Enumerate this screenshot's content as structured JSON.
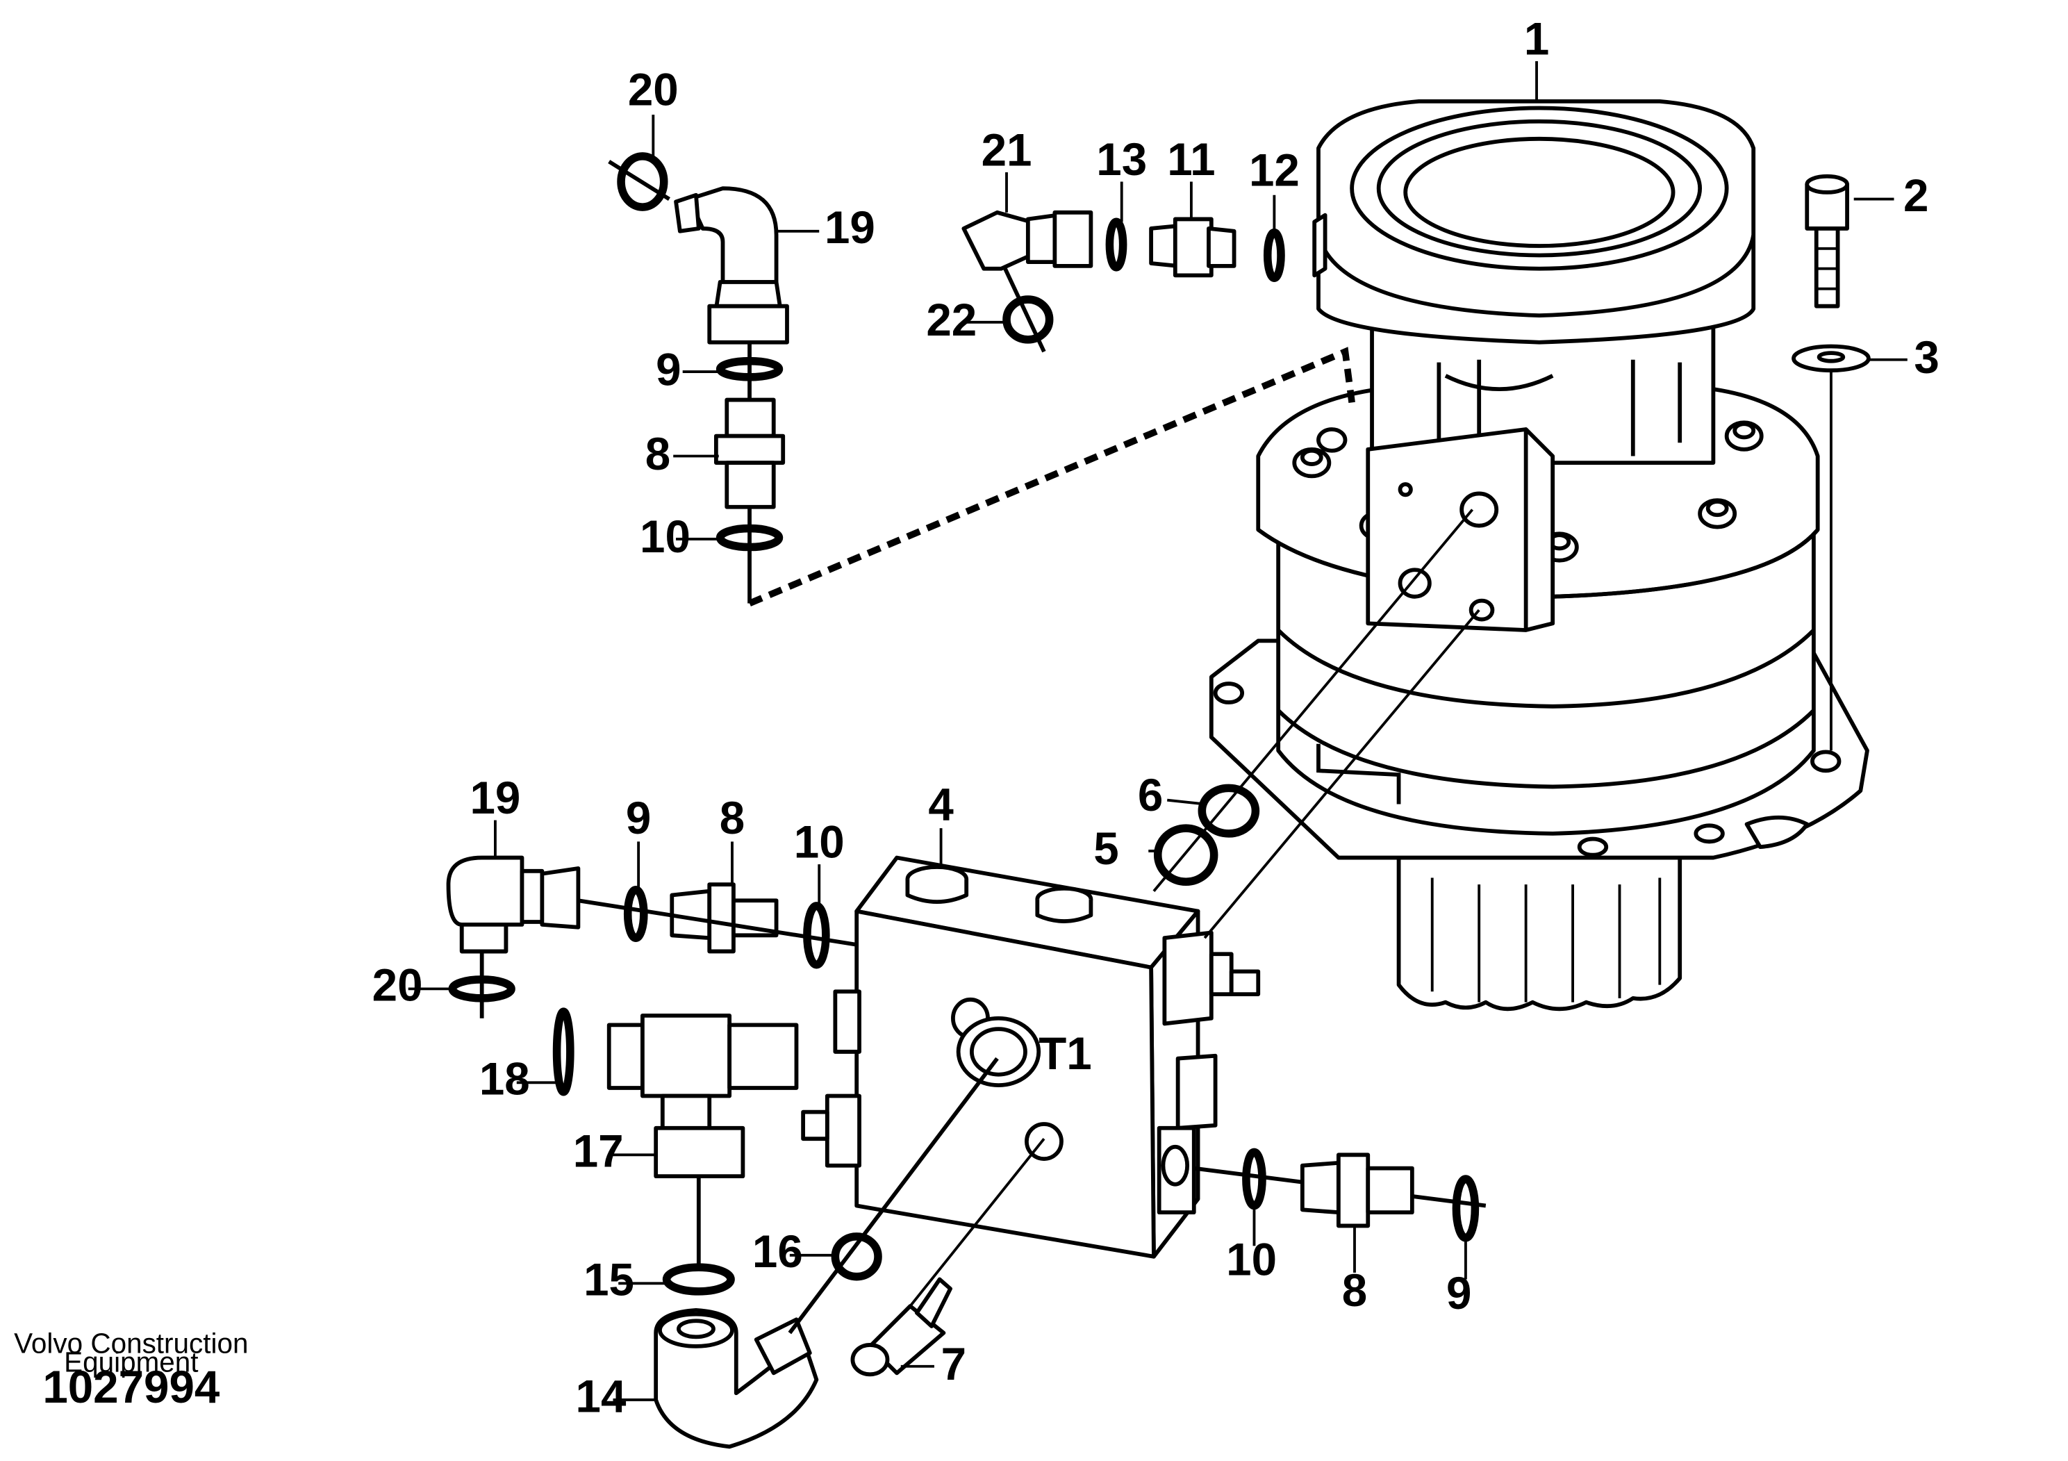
{
  "callouts": [
    "1",
    "2",
    "3",
    "4",
    "5",
    "6",
    "7",
    "8",
    "9",
    "10",
    "11",
    "12",
    "13",
    "14",
    "15",
    "16",
    "17",
    "18",
    "19",
    "20",
    "21",
    "22"
  ],
  "port_marking": "T1",
  "caption": {
    "line1": "Volvo Construction",
    "line2": "Equipment",
    "number": "1027994"
  }
}
